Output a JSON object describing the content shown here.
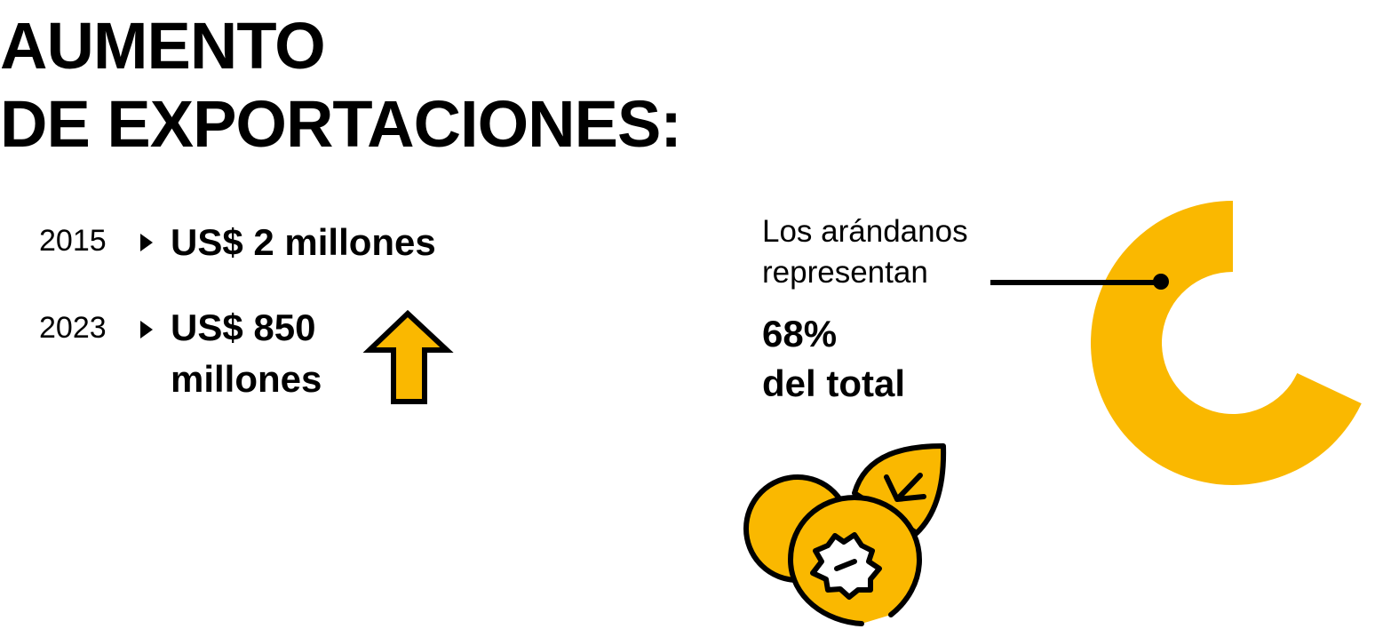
{
  "title": {
    "line1": "AUMENTO",
    "line2": "DE EXPORTACIONES:"
  },
  "exports": [
    {
      "year": "2015",
      "value": "US$ 2 millones"
    },
    {
      "year": "2023",
      "value_line1": "US$ 850",
      "value_line2": "millones"
    }
  ],
  "share": {
    "text_line1": "Los arándanos",
    "text_line2": "representan",
    "percent_label": "68%",
    "suffix": "del total",
    "percent": 68
  },
  "colors": {
    "accent": "#FAB800",
    "ink": "#000000"
  },
  "icons": [
    "triangle-right-icon",
    "arrow-up-icon",
    "blueberry-icon"
  ]
}
